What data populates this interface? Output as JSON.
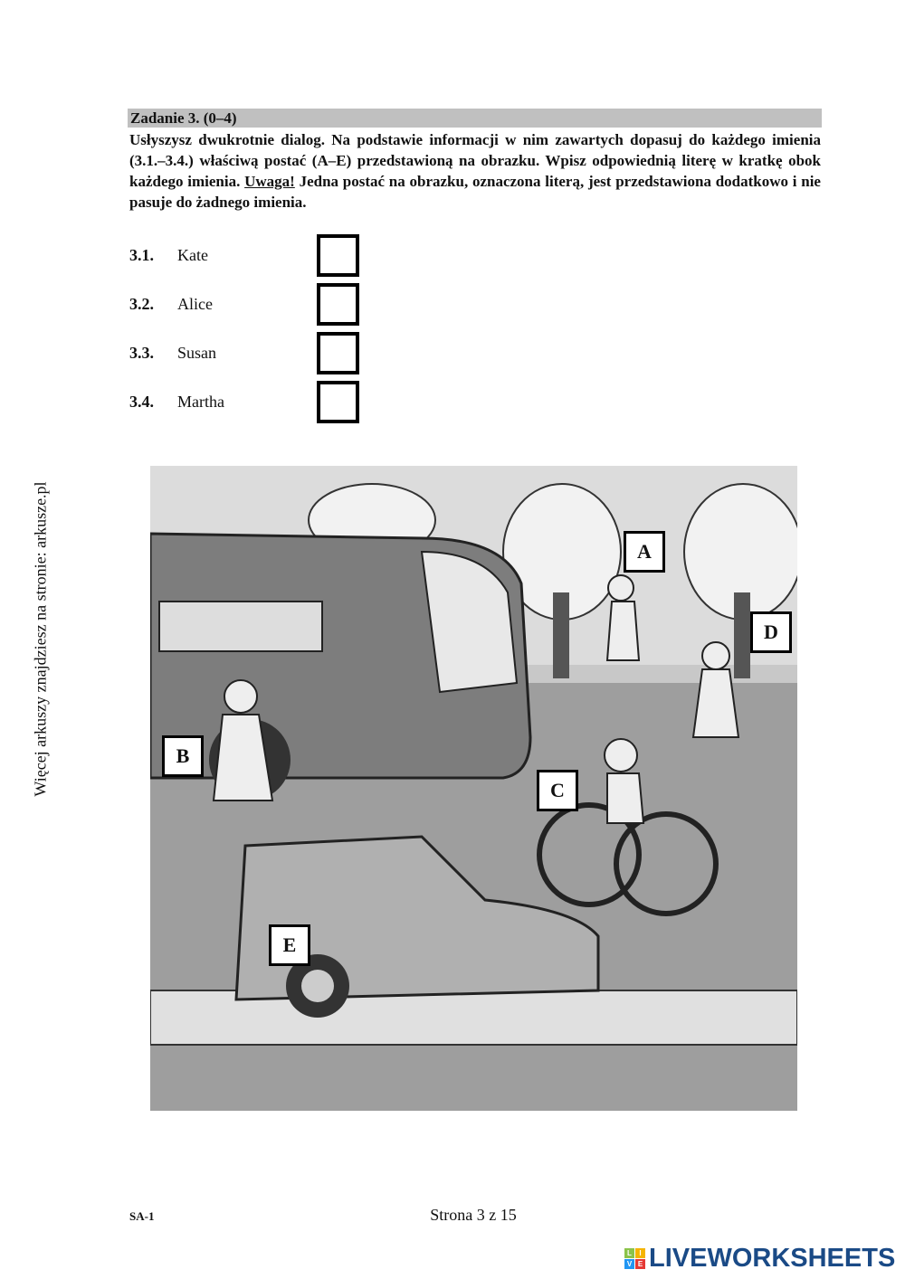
{
  "task": {
    "title": "Zadanie 3. (0–4)",
    "instr_1": "Usłyszysz dwukrotnie dialog. Na podstawie informacji w nim zawartych dopasuj do każdego imienia (3.1.–3.4.) właściwą postać (A–E) przedstawioną na obrazku. Wpisz odpowiednią literę w kratkę obok każdego imienia. ",
    "uwaga": "Uwaga!",
    "instr_2": " Jedna postać na obrazku, oznaczona literą, jest przedstawiona dodatkowo i nie pasuje do żadnego imienia."
  },
  "items": [
    {
      "num": "3.1.",
      "name": "Kate"
    },
    {
      "num": "3.2.",
      "name": "Alice"
    },
    {
      "num": "3.3.",
      "name": "Susan"
    },
    {
      "num": "3.4.",
      "name": "Martha"
    }
  ],
  "picture_labels": {
    "a": "A",
    "b": "B",
    "c": "C",
    "d": "D",
    "e": "E"
  },
  "side_text": "Więcej arkuszy znajdziesz na stronie: arkusze.pl",
  "footer": {
    "code": "SA-1",
    "page": "Strona 3 z 15"
  },
  "logo": {
    "text": "LIVEWORKSHEETS",
    "tiles": [
      "L",
      "I",
      "V",
      "E"
    ],
    "color": "#1a4a86"
  }
}
